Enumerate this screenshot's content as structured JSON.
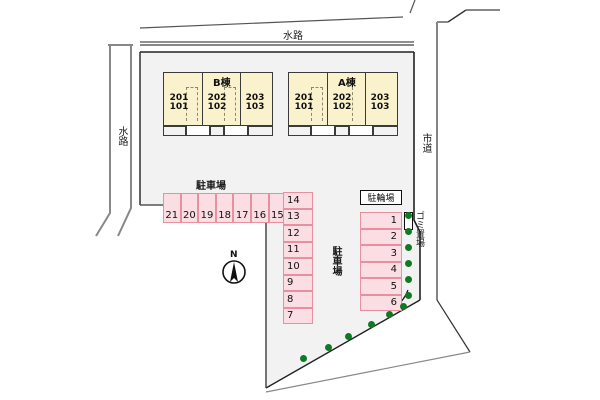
{
  "site": {
    "ground_color": "#f2f2f2",
    "building_color": "#faf2cd",
    "parking_fill": "#fbdde4",
    "parking_border": "#e8909f",
    "tree_color": "#0f7a24",
    "outline_color": "#222222"
  },
  "labels": {
    "waterway_top": "水路",
    "waterway_left": "水路",
    "city_road_right": "市道",
    "parking_top": "駐車場",
    "parking_middle": "駐車場",
    "bicycle_parking": "駐輪場",
    "garbage_area": "ゴミ置場",
    "north": "N"
  },
  "buildings": [
    {
      "name": "B棟",
      "units": [
        {
          "upper": "201",
          "lower": "101"
        },
        {
          "upper": "202",
          "lower": "102"
        },
        {
          "upper": "203",
          "lower": "103"
        }
      ]
    },
    {
      "name": "A棟",
      "units": [
        {
          "upper": "201",
          "lower": "101"
        },
        {
          "upper": "202",
          "lower": "102"
        },
        {
          "upper": "203",
          "lower": "103"
        }
      ]
    }
  ],
  "parking": {
    "top_row": [
      "21",
      "20",
      "19",
      "18",
      "17",
      "16",
      "15"
    ],
    "middle_column": [
      "14",
      "13",
      "12",
      "11",
      "10",
      "9",
      "8",
      "7"
    ],
    "right_column": [
      "1",
      "2",
      "3",
      "4",
      "5",
      "6"
    ]
  },
  "trees_count": 12
}
